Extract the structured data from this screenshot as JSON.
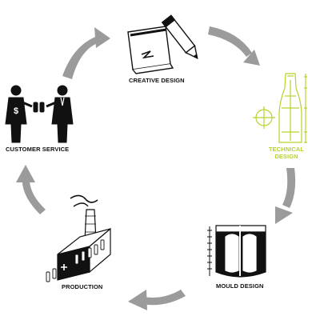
{
  "colors": {
    "arrow": "#9b9b9b",
    "ink": "#111111",
    "accent": "#b9d12a",
    "background": "#ffffff"
  },
  "stages": [
    {
      "key": "creative",
      "label": "CREATIVE DESIGN",
      "icon": "notepad-pencil-icon"
    },
    {
      "key": "technical",
      "label_lines": [
        "TECHNICAL",
        "DESIGN"
      ],
      "icon": "bottle-blueprint-icon",
      "color": "#b9d12a"
    },
    {
      "key": "mould",
      "label": "MOULD DESIGN",
      "icon": "mould-icon"
    },
    {
      "key": "production",
      "label": "PRODUCTION",
      "icon": "factory-icon"
    },
    {
      "key": "customer",
      "label": "CUSTOMER SERVICE",
      "icon": "handshake-businessmen-icon"
    }
  ],
  "cycle": {
    "direction": "clockwise",
    "arrow_count": 5
  }
}
